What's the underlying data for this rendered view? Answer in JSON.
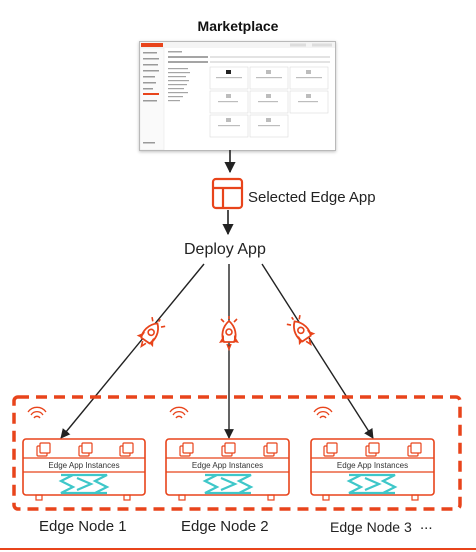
{
  "marketplace": {
    "title": "Marketplace"
  },
  "selected_app": {
    "label": "Selected Edge App"
  },
  "deploy": {
    "label": "Deploy App"
  },
  "instances_label": "Edge App Instances",
  "nodes": [
    {
      "label": "Edge Node 1"
    },
    {
      "label": "Edge Node 2"
    },
    {
      "label": "Edge Node 3"
    }
  ],
  "more": "...",
  "colors": {
    "accent": "#e8441b",
    "logo": "#3ec7c9",
    "line": "#222222"
  }
}
